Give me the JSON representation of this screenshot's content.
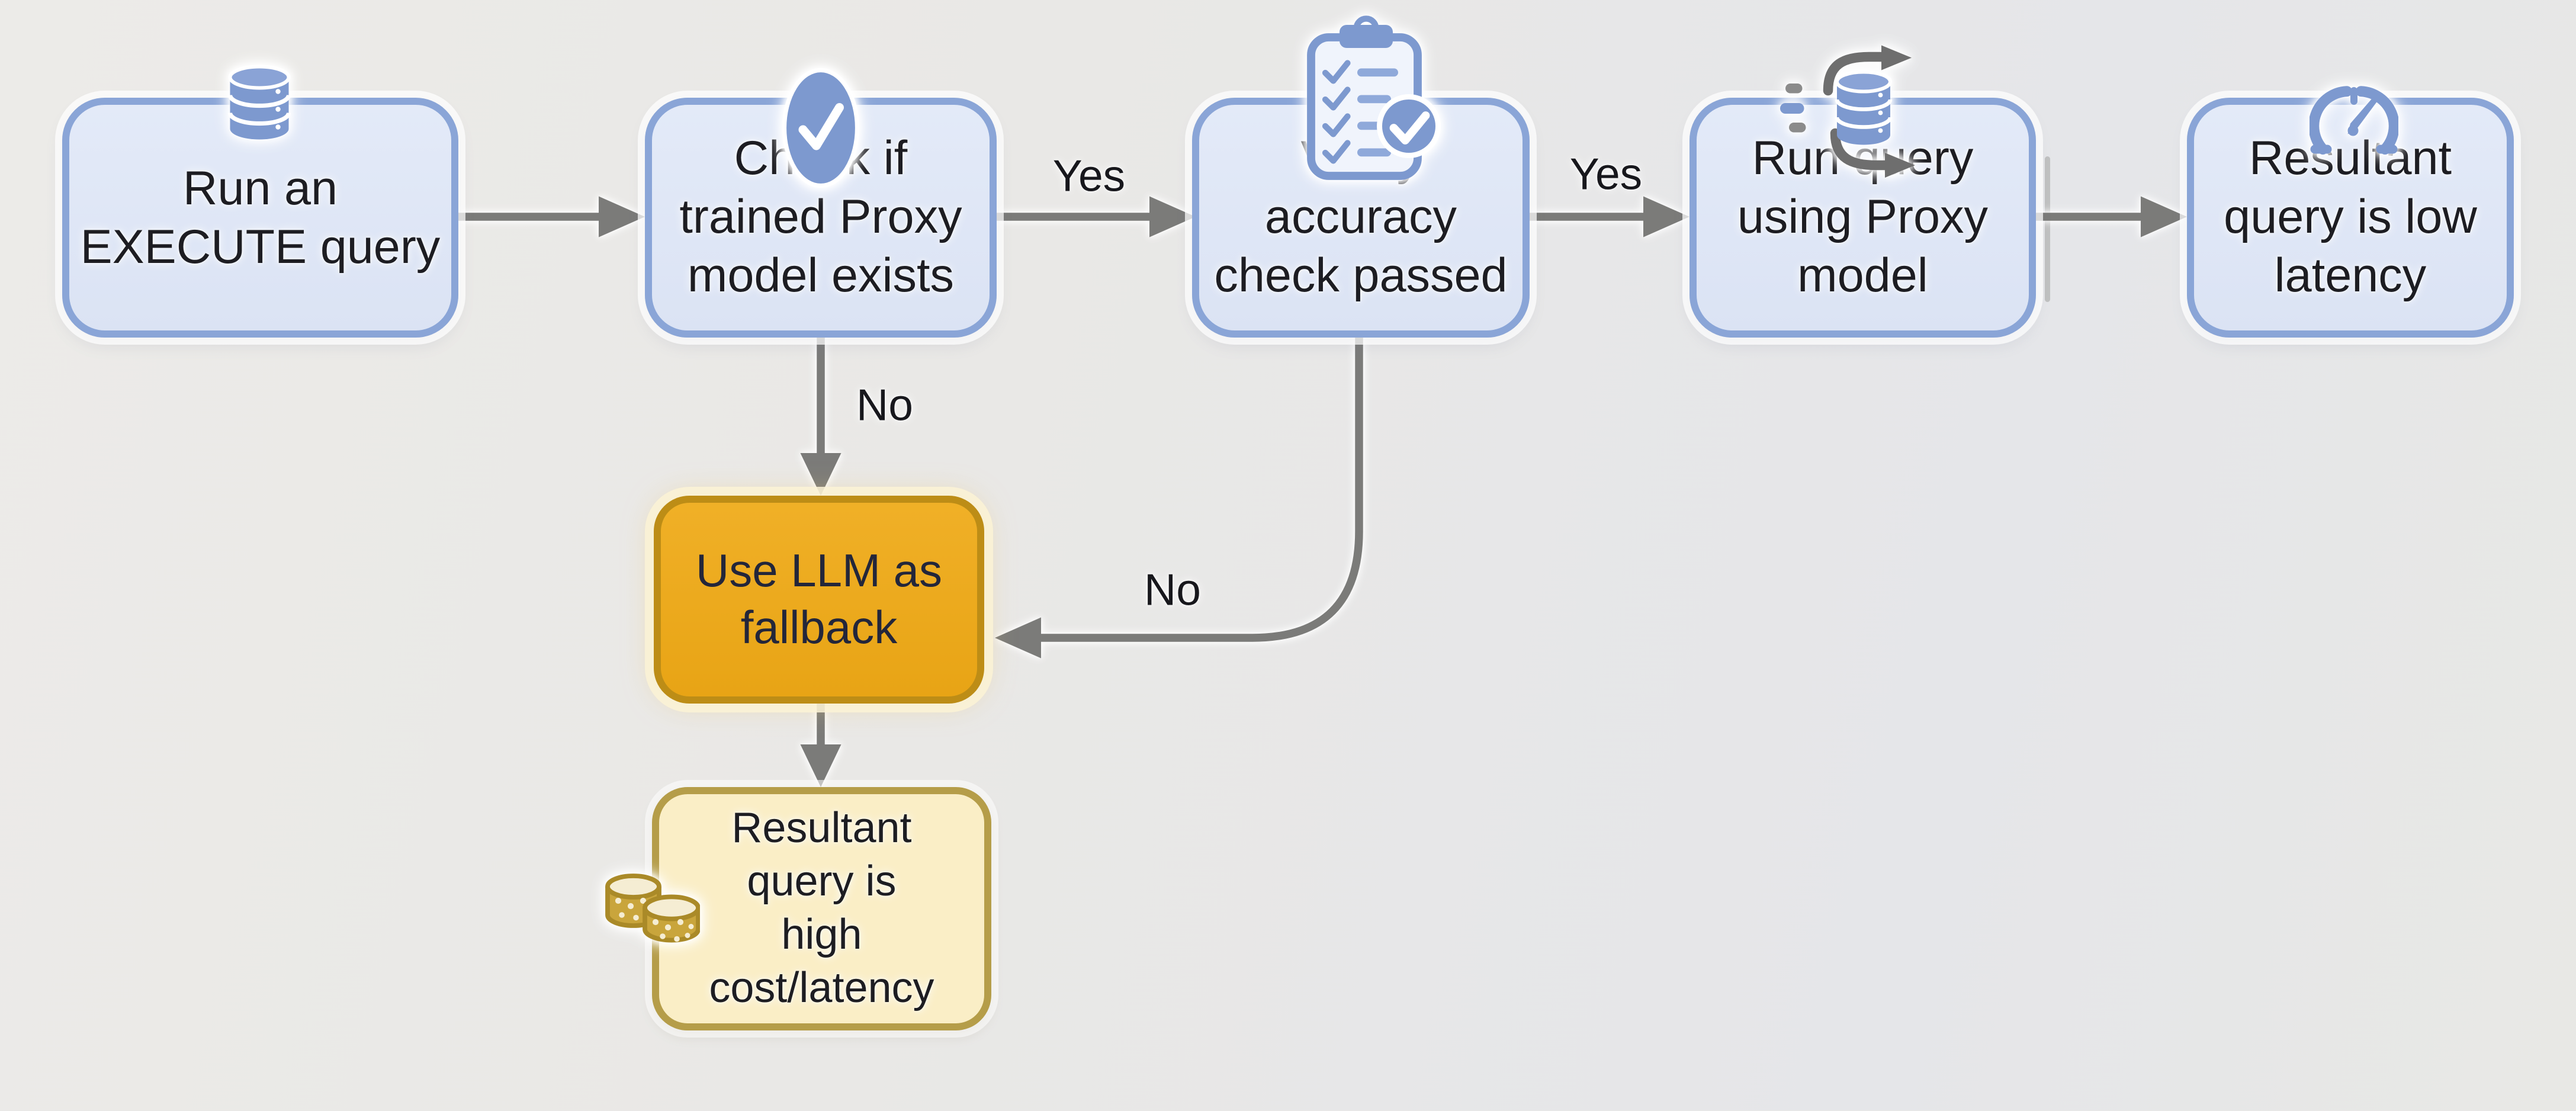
{
  "flowchart": {
    "nodes": {
      "run_execute": {
        "label": "Run an\nEXECUTE query",
        "icon": "database-icon"
      },
      "check_proxy": {
        "label": "Check if\ntrained Proxy\nmodel exists",
        "icon": "check-circle-icon"
      },
      "verify": {
        "label": "Verify\naccuracy\ncheck passed",
        "icon": "checklist-clipboard-icon"
      },
      "run_proxy": {
        "label": "Run query\nusing Proxy\nmodel",
        "icon": "database-transfer-icon"
      },
      "low_latency": {
        "label": "Resultant\nquery is low\nlatency",
        "icon": "speedometer-icon"
      },
      "llm_fallback": {
        "label": "Use LLM as\nfallback",
        "icon": ""
      },
      "high_cost": {
        "label": "Resultant\nquery is\nhigh\ncost/latency",
        "icon": "coins-icon"
      }
    },
    "edge_labels": {
      "check_yes": "Yes",
      "verify_yes": "Yes",
      "check_no": "No",
      "verify_no": "No"
    },
    "colors": {
      "background": "#e8e7e6",
      "node_fill": "#dde5f4",
      "node_border": "#8aa5d7",
      "icon_blue": "#7d99cf",
      "arrow_gray": "#7b7b79",
      "fallback_fill": "#ecaa1e",
      "fallback_border": "#bd8d16",
      "cost_fill": "#faeec6",
      "cost_border": "#b59d49",
      "coin_gold": "#c9a53c",
      "text": "#1d1d22"
    }
  }
}
